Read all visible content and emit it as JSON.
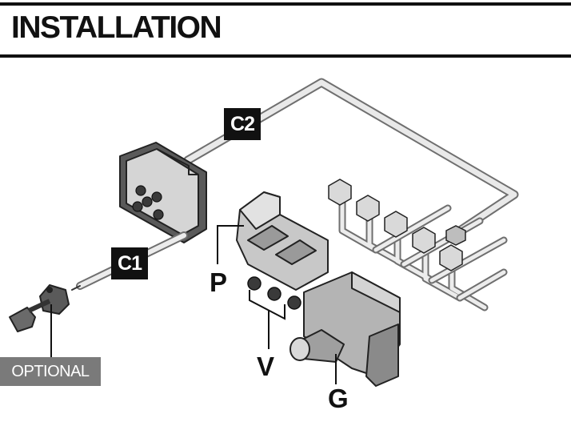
{
  "header": {
    "title": "INSTALLATION"
  },
  "callouts": {
    "c2": "C2",
    "c1": "C1",
    "p": "P",
    "v": "V",
    "g": "G",
    "optional": "OPTIONAL"
  }
}
